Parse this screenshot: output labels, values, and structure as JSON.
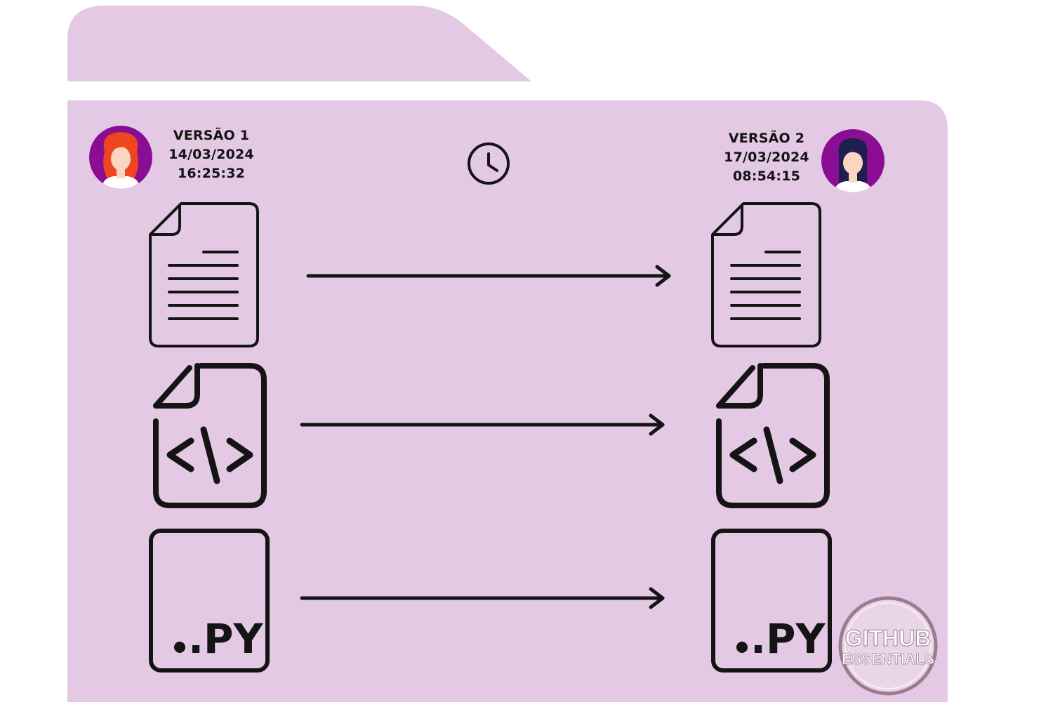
{
  "palette": {
    "folder": "#E4C9E4",
    "ink": "#141414",
    "avatar_ring": "#8A0E93",
    "skin": "#F9D5C2",
    "hair_v1": "#F0461F",
    "hair_v2": "#1E1F4E",
    "shirt": "#FFFFFF",
    "badge_ring": "#9B7B8F"
  },
  "versions": [
    {
      "title": "VERSÃO 1",
      "date": "14/03/2024",
      "time": "16:25:32",
      "avatar": "woman-red-hair-avatar"
    },
    {
      "title": "VERSÃO 2",
      "date": "17/03/2024",
      "time": "08:54:15",
      "avatar": "woman-dark-hair-avatar"
    }
  ],
  "center_icon": "clock-icon",
  "file_rows": [
    {
      "icon": "text-document-icon"
    },
    {
      "icon": "code-file-icon"
    },
    {
      "icon": "python-file-icon",
      "label": ".PY"
    }
  ],
  "watermark": {
    "line1": "GITHUB",
    "line2": "ESSENTIALS"
  }
}
